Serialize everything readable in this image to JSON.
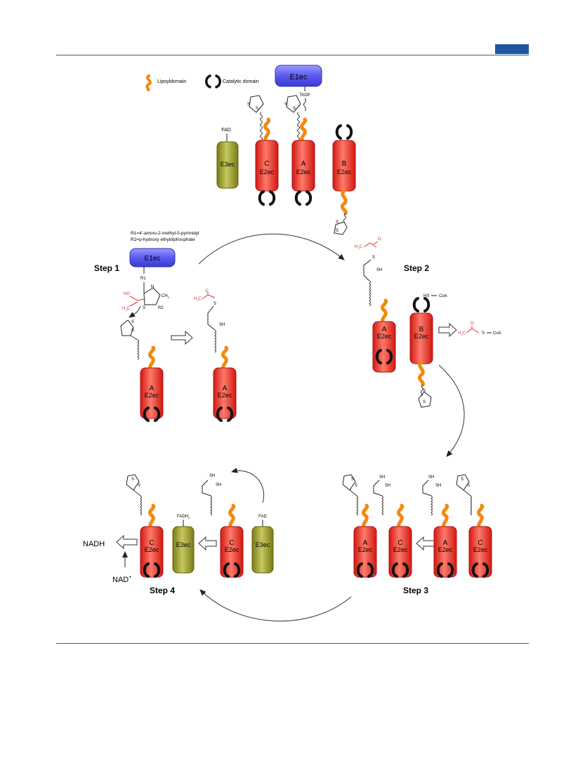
{
  "legend": {
    "lipoyl": "Lipoyldomain",
    "catalytic": "Catalytic domain"
  },
  "e1": {
    "name": "E1ec",
    "cofactor": "ThDP"
  },
  "e3": {
    "name": "E3ec",
    "fad": "FAD",
    "fadh2": "FADH",
    "fadh2_sub": "2"
  },
  "e2": {
    "name": "E2ec",
    "a": "A",
    "b": "B",
    "c": "C"
  },
  "steps": {
    "s1": "Step 1",
    "s2": "Step 2",
    "s3": "Step 3",
    "s4": "Step 4"
  },
  "r_defs": {
    "r1": "R1=4'-amino-2-methyl-5-pyrimidyl",
    "r2": "R2=p-hydroxy ethyldiphosphate"
  },
  "chem": {
    "R1": "R1",
    "R2": "R2",
    "N": "N",
    "S": "S",
    "HO": "HO",
    "CH3": "CH",
    "sub3": "3",
    "H3C": "H",
    "H3C_tail": "C",
    "O": "O",
    "SH": "SH",
    "HS": "HS",
    "CoA": "CoA"
  },
  "nadh": "NADH",
  "nad": "NAD",
  "nad_sup": "+",
  "colors": {
    "e2": "#f0302a",
    "e3": "#8f8f1e",
    "e1": "#5a5af0",
    "lipoyl": "#f08a10",
    "acetyl": "#e03030",
    "rule": "#3b5f8f",
    "tab": "#1f56a4"
  }
}
